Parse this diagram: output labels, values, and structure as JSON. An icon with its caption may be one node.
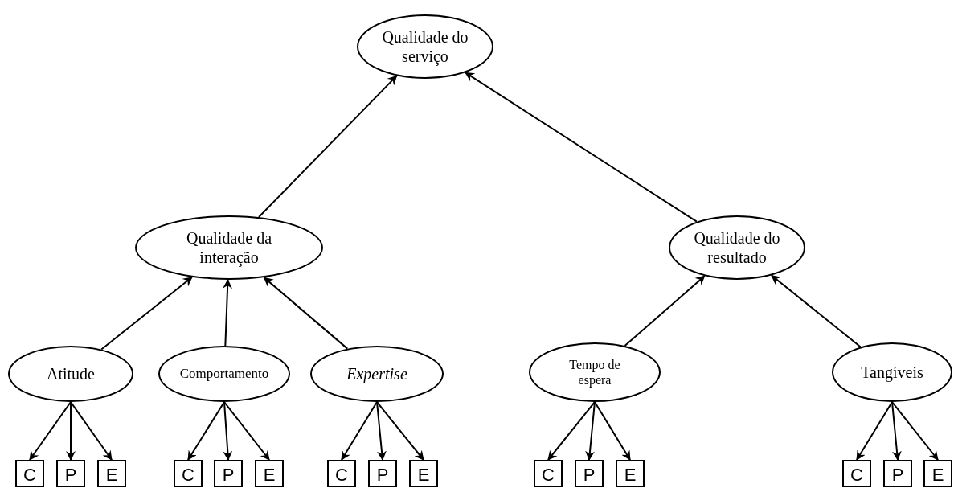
{
  "diagram": {
    "nodes": [
      {
        "text": [
          "Qualidade do serviço"
        ]
      },
      {
        "text": [
          "Qualidade da interação"
        ]
      },
      {
        "text": [
          "Qualidade do resultado"
        ]
      },
      {
        "text": [
          "Atitude"
        ]
      },
      {
        "text": [
          "Comportamento"
        ]
      },
      {
        "text": [
          "Expertise"
        ]
      },
      {
        "text": [
          "Tempo de espera"
        ]
      },
      {
        "text": [
          "Tangíveis"
        ]
      },
      {
        "text": [
          "C"
        ]
      },
      {
        "text": [
          "P"
        ]
      },
      {
        "text": [
          "E"
        ]
      },
      {
        "text": [
          "C"
        ]
      },
      {
        "text": [
          "P"
        ]
      },
      {
        "text": [
          "E"
        ]
      },
      {
        "text": [
          "C"
        ]
      },
      {
        "text": [
          "P"
        ]
      },
      {
        "text": [
          "E"
        ]
      },
      {
        "text": [
          "C"
        ]
      },
      {
        "text": [
          "P"
        ]
      },
      {
        "text": [
          "E"
        ]
      },
      {
        "text": [
          "C"
        ]
      },
      {
        "text": [
          "P"
        ]
      },
      {
        "text": [
          "E"
        ]
      }
    ],
    "edges": [
      {
        "from": 1,
        "to": 0,
        "arrow": "to"
      },
      {
        "from": 2,
        "to": 0,
        "arrow": "to"
      },
      {
        "from": 3,
        "to": 1,
        "arrow": "to"
      },
      {
        "from": 4,
        "to": 1,
        "arrow": "to"
      },
      {
        "from": 5,
        "to": 1,
        "arrow": "to"
      },
      {
        "from": 6,
        "to": 2,
        "arrow": "to"
      },
      {
        "from": 7,
        "to": 2,
        "arrow": "to"
      },
      {
        "from": 3,
        "to": 8,
        "arrow": "to"
      },
      {
        "from": 3,
        "to": 9,
        "arrow": "to"
      },
      {
        "from": 3,
        "to": 10,
        "arrow": "to"
      },
      {
        "from": 4,
        "to": 11,
        "arrow": "to"
      },
      {
        "from": 4,
        "to": 12,
        "arrow": "to"
      },
      {
        "from": 4,
        "to": 13,
        "arrow": "to"
      },
      {
        "from": 5,
        "to": 14,
        "arrow": "to"
      },
      {
        "from": 5,
        "to": 15,
        "arrow": "to"
      },
      {
        "from": 5,
        "to": 16,
        "arrow": "to"
      },
      {
        "from": 6,
        "to": 17,
        "arrow": "to"
      },
      {
        "from": 6,
        "to": 18,
        "arrow": "to"
      },
      {
        "from": 6,
        "to": 19,
        "arrow": "to"
      },
      {
        "from": 7,
        "to": 20,
        "arrow": "to"
      },
      {
        "from": 7,
        "to": 21,
        "arrow": "to"
      },
      {
        "from": 7,
        "to": 22,
        "arrow": "to"
      }
    ]
  }
}
